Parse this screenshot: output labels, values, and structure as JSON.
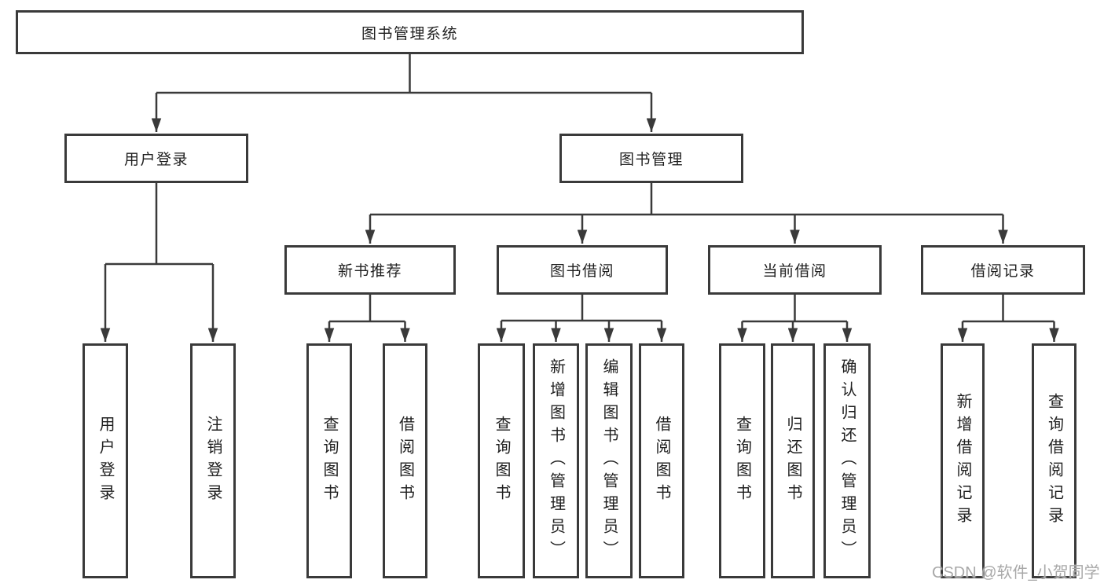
{
  "tree": {
    "label": "图书管理系统",
    "children": [
      {
        "label": "用户登录",
        "children": [
          {
            "label": "用户登录"
          },
          {
            "label": "注销登录"
          }
        ]
      },
      {
        "label": "图书管理",
        "children": [
          {
            "label": "新书推荐",
            "children": [
              {
                "label": "查询图书"
              },
              {
                "label": "借阅图书"
              }
            ]
          },
          {
            "label": "图书借阅",
            "children": [
              {
                "label": "查询图书"
              },
              {
                "label": "新增图书（管理员）"
              },
              {
                "label": "编辑图书（管理员）"
              },
              {
                "label": "借阅图书"
              }
            ]
          },
          {
            "label": "当前借阅",
            "children": [
              {
                "label": "查询图书"
              },
              {
                "label": "归还图书"
              },
              {
                "label": "确认归还（管理员）"
              }
            ]
          },
          {
            "label": "借阅记录",
            "children": [
              {
                "label": "新增借阅记录"
              },
              {
                "label": "查询借阅记录"
              }
            ]
          }
        ]
      }
    ]
  },
  "watermark": "CSDN @软件_小贺同学",
  "colors": {
    "line": "#3a3a3a",
    "box_border": "#3a3a3a",
    "box_fill": "#ffffff",
    "text": "#1f1f1f",
    "background": "#ffffff",
    "watermark": "#a8a8a8"
  }
}
